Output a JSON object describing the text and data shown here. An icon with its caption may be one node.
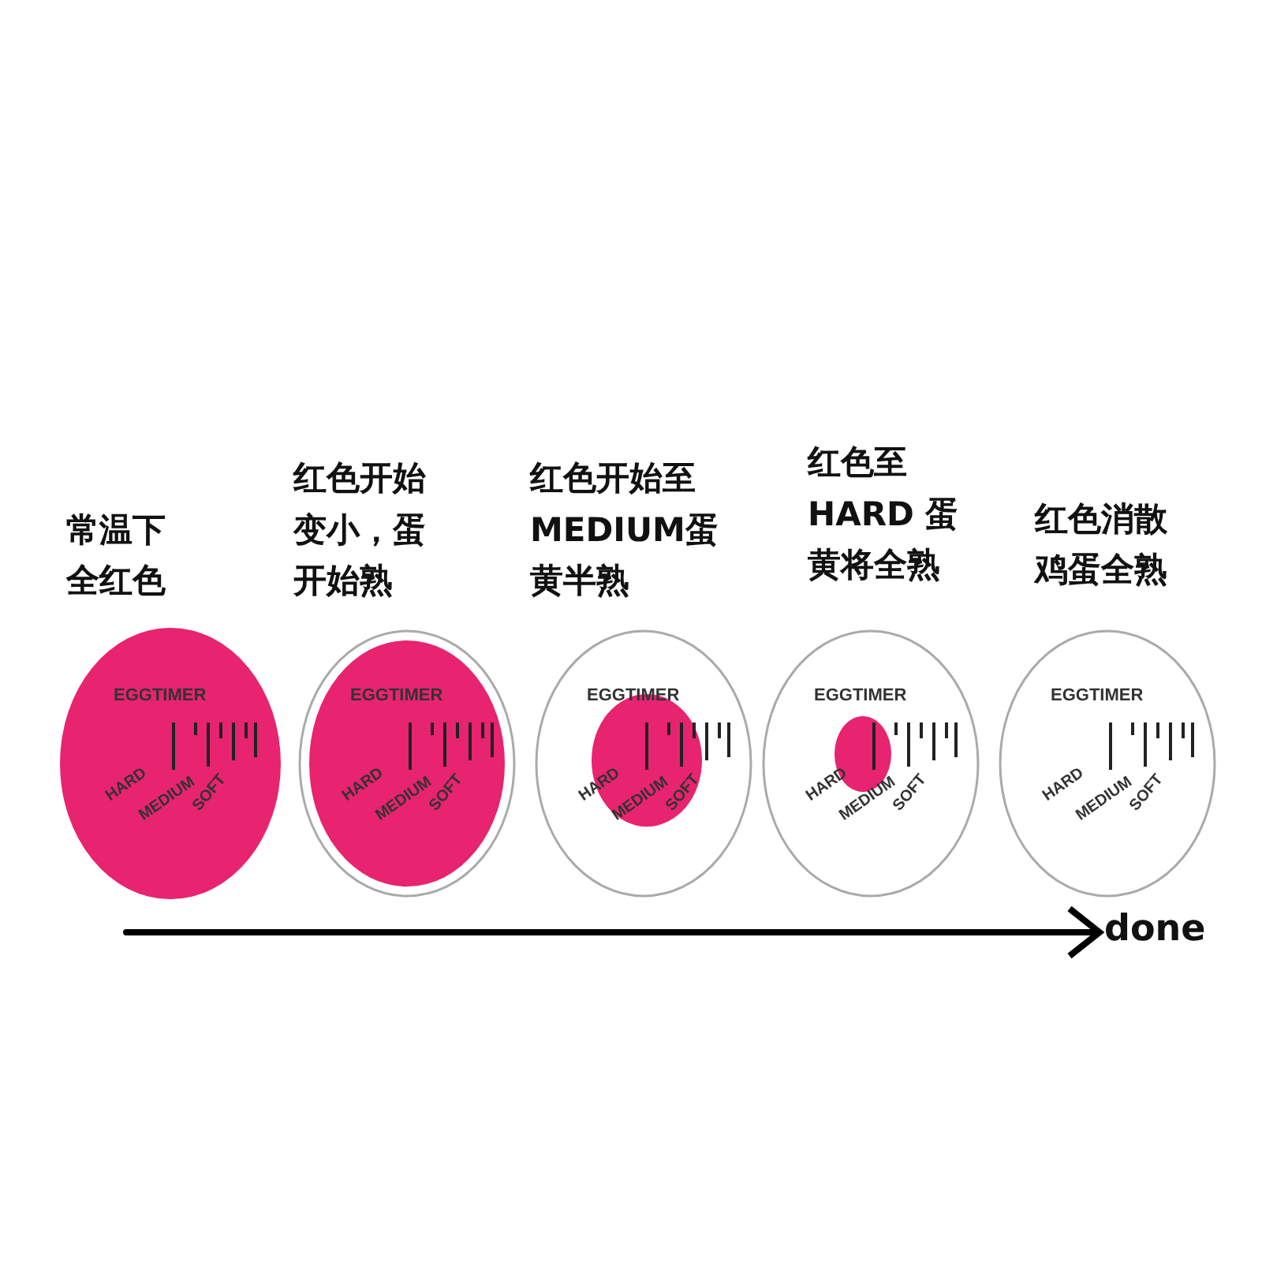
{
  "diagram": {
    "nodes": [
      {
        "text": [
          "EGGTIMER",
          "HARD",
          "MEDIUM",
          "SOFT"
        ],
        "beside": [
          "常温下全红色"
        ]
      },
      {
        "text": [
          "EGGTIMER",
          "HARD",
          "MEDIUM",
          "SOFT"
        ],
        "beside": [
          "红色开始变小，蛋开始熟"
        ]
      },
      {
        "text": [
          "EGGTIMER",
          "HARD",
          "MEDIUM",
          "SOFT"
        ],
        "beside": [
          "红色开始至MEDIUM蛋黄半熟"
        ]
      },
      {
        "text": [
          "EGGTIMER",
          "HARD",
          "MEDIUM",
          "SOFT"
        ],
        "beside": [
          "红色至HARD 蛋黄将全熟"
        ]
      },
      {
        "text": [
          "EGGTIMER",
          "HARD",
          "MEDIUM",
          "SOFT"
        ],
        "beside": [
          "红色消散鸡蛋全熟"
        ]
      }
    ],
    "edges": [],
    "labels": [
      "done"
    ]
  }
}
